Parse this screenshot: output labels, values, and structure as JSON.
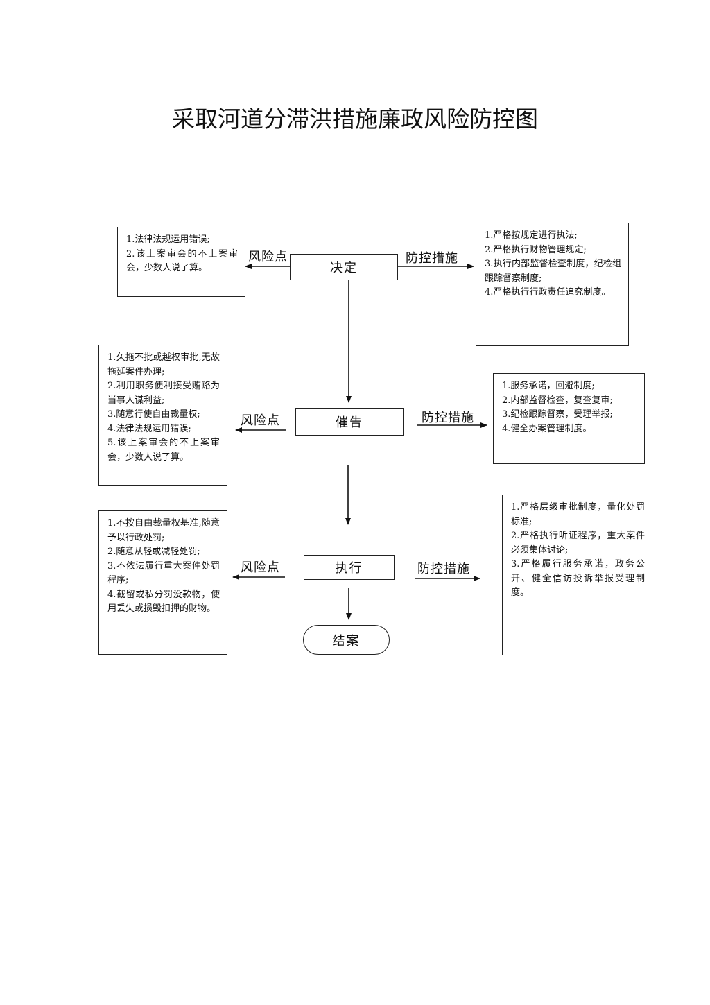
{
  "title": "采取河道分滞洪措施廉政风险防控图",
  "nodes": {
    "decision": "决定",
    "urge": "催告",
    "execute": "执行",
    "close": "结案"
  },
  "labels": {
    "risk": "风险点",
    "control": "防控措施"
  },
  "decision_risks": [
    "1.法律法规运用错误;",
    "2.该上案审会的不上案审会，少数人说了算。"
  ],
  "decision_controls": [
    "1.严格按规定进行执法;",
    "2.严格执行财物管理规定;",
    "3.执行内部监督检查制度，纪检组跟踪督察制度;",
    "4.严格执行行政责任追究制度。"
  ],
  "urge_risks": [
    "1.久拖不批或越权审批,无故拖延案件办理;",
    "2.利用职务便利接受贿赂为当事人谋利益;",
    "3.随意行使自由裁量权;",
    "4.法律法规运用错误;",
    "5.该上案审会的不上案审会，少数人说了算。"
  ],
  "urge_controls": [
    "1.服务承诺，回避制度;",
    "2.内部监督检查，复查复审;",
    "3.纪检跟踪督察，受理举报;",
    "4.健全办案管理制度。"
  ],
  "execute_risks": [
    "1.不按自由裁量权基准,随意予以行政处罚;",
    "2.随意从轻或减轻处罚;",
    "3.不依法履行重大案件处罚程序;",
    "4.截留或私分罚没款物，使用丢失或损毁扣押的财物。"
  ],
  "execute_controls": [
    "1.严格层级审批制度，量化处罚标准;",
    "2.严格执行听证程序，重大案件必须集体讨论;",
    "3.严格履行服务承诺，政务公开、健全信访投诉举报受理制度。"
  ]
}
